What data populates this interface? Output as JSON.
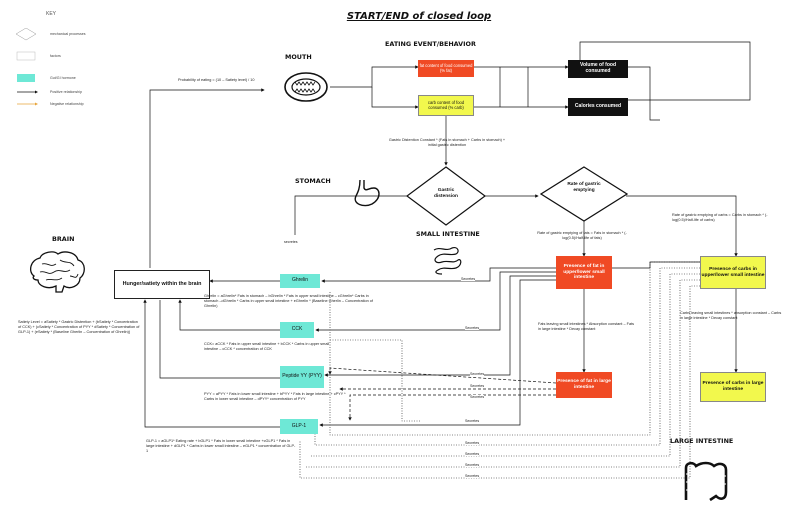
{
  "title": "START/END of closed loop",
  "key": {
    "title": "KEY",
    "items": [
      {
        "label": "mechanical processes"
      },
      {
        "label": "factors"
      },
      {
        "label": "Gut/GI hormone"
      },
      {
        "label": "Positive relationship"
      },
      {
        "label": "Negative relationship"
      }
    ]
  },
  "sections": {
    "mouth": "MOUTH",
    "eating": "EATING EVENT/BEHAVIOR",
    "stomach": "STOMACH",
    "small_intestine": "SMALL INTESTINE",
    "brain": "BRAIN",
    "large_intestine": "LARGE INTESTINE"
  },
  "nodes": {
    "fat_content": "fat content of food consumed (% fat)",
    "carb_content": "carb content of food consumed (% carb)",
    "volume": "Volume of food consumed",
    "calories": "Calories consumed",
    "gastric_distension": "Gastric distension",
    "rate_emptying": "Rate of gastric emptying",
    "hunger": "Hunger/satiety within the brain",
    "ghrelin": "Ghrelin",
    "cck": "CCK",
    "pyy": "Peptide YY (PYY)",
    "glp1": "GLP-1",
    "fat_upper": "Presence of fat in upper/lower small intestine",
    "fat_large": "Presence of fat in large intestine",
    "carbs_upper": "Presence of carbs in upper/lower small intestine",
    "carbs_large": "Presence of carbs in large intestine"
  },
  "equations": {
    "prob_eating": "Probability of eating = (10 – Satiety level) / 10",
    "gastric_dist": "Gastric Distention Constant * (Fats in stomach + Carbs in stomach) + initial gastric distention",
    "rate_fats": "Rate of gastric emptying of fats = Fats in stomach * (-log(0.5)/Half-life of fats)",
    "rate_carbs": "Rate of gastric emptying of carbs = Carbs in stomach * (-log(0.5)/Half-life of carbs)",
    "fats_leaving": "Fats leaving small intestines * Absorption constant – Fats in large intestine * Decay constant",
    "carbs_leaving": "Carbs leaving small intestines * absorption constant – Carbs in large intestine * Decay constant",
    "satiety": "Satiety Level = aSatiety * Gastric Distention + (bSatiety * Concentration of CCK) + (cSatiety * Concentration of PYY * dSatiety * Concentration of GLP-1) + (eSatiety * (Baseline Gherlin – Concentration of Ghrelin))",
    "ghrelin": "Ghrelin = aGhrelin* Fats in stomach – bGhrelin * Fats in upper small intestine – cGhrelin* Carbs in stomach –dGhrelin * Carbs in upper small intestine + eGhrelin * (Baseline Gherlin – Concentration of Ghrelin)",
    "cck": "CCK= aCCK * Fats in upper small intestine + bCCK * Carbs in upper small intestine – cCCK * concentration of CCK",
    "pyy": "PYY = aPYY * Fats in lower small intestine + bPYY * Fats in large intestine + cPYY * Carbs in lower small intestine – dPYY* concentration of PYY",
    "glp1": "GLP-1 = aGLP1* Eating rate + bGLP1 * Fats in lower small intestine +cGLP1 * Fats in large intestine + dGLP1 * Carbs in lower small intestine – eGLP1 * concentration of GLP-1"
  },
  "edge_labels": {
    "secretes": "Secretes",
    "secretes_lower": "secretes"
  },
  "colors": {
    "red": "#f04a24",
    "yellow": "#f2f84d",
    "cyan": "#6ee8d6",
    "black": "#111111",
    "orange_arrow": "#e8a43a"
  },
  "icons": [
    "mouth-icon",
    "stomach-icon",
    "small-intestine-icon",
    "brain-icon",
    "large-intestine-icon"
  ]
}
